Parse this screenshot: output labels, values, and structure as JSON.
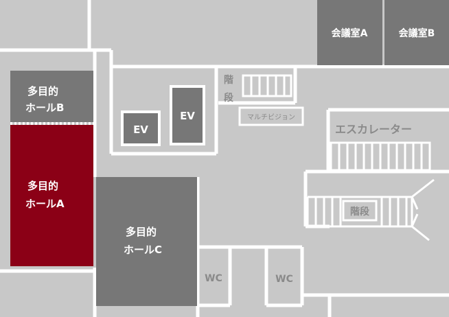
{
  "colors": {
    "background": "#c8c8c8",
    "wall": "#ffffff",
    "room_dark": "#777777",
    "highlight": "#8b0016",
    "text_white": "#ffffff",
    "text_gray": "#8a8a8a"
  },
  "rooms": {
    "conference_a": "会議室A",
    "conference_b": "会議室B",
    "hall_a_line1": "多目的",
    "hall_a_line2": "ホールA",
    "hall_b_line1": "多目的",
    "hall_b_line2": "ホールB",
    "hall_c_line1": "多目的",
    "hall_c_line2": "ホールC",
    "elevator_1": "EV",
    "elevator_2": "EV",
    "wc_1": "WC",
    "wc_2": "WC"
  },
  "facilities": {
    "stairs_top_line1": "階",
    "stairs_top_line2": "段",
    "multivision": "マルチビジョン",
    "escalator": "エスカレーター",
    "stairs_right": "階段"
  },
  "highlighted_room": "hall_a"
}
